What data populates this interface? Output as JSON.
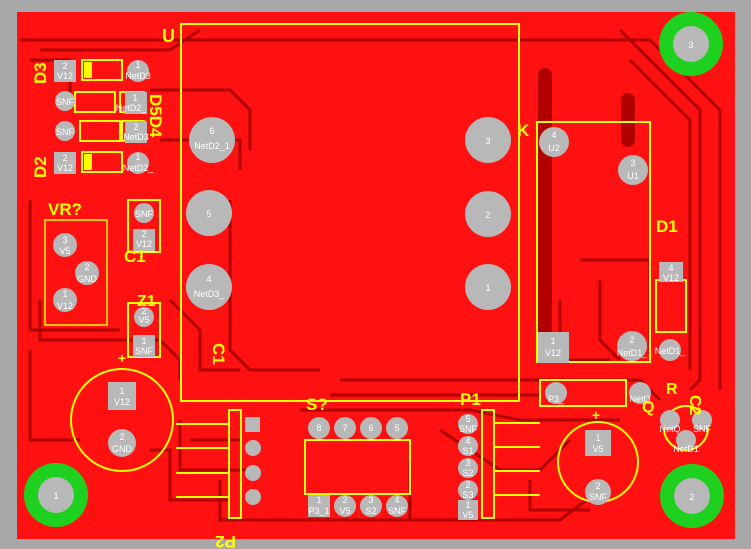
{
  "colors": {
    "background": "#a8a8a8",
    "copper": "#ff1111",
    "trace": "#b00000",
    "silkscreen": "#ffff00",
    "pad": "#b8b8b8",
    "mount_hole": "#1fd11f"
  },
  "designators": {
    "u": "U",
    "d3": "D3",
    "d2": "D2",
    "d5d4": "D5D4",
    "vr": "VR?",
    "c1_top": "C1",
    "z1": "Z1",
    "c1": "C1",
    "k": "K",
    "d1": "D1",
    "s": "S?",
    "p1": "P1",
    "p2": "P2",
    "q": "Q",
    "r": "R",
    "c2": "C2"
  },
  "mount_holes": {
    "tr": "3",
    "bl": "1",
    "br": "2"
  },
  "relay_pads": {
    "p6_num": "6",
    "p6_net": "NetD2_1",
    "p5_num": "5",
    "p4_num": "4",
    "p4_net": "NetD3_",
    "p3_num": "3",
    "p2_num": "2",
    "p1_num": "1"
  },
  "pads": {
    "d3_a": "2",
    "d3_a_net": "V12",
    "d3_b": "1",
    "d3_b_net": "NetD3",
    "snf1": "SNF",
    "d5_b": "1",
    "d5_b_net": "NetD2_",
    "snf2": "SNF",
    "d4_b": "2",
    "d4_b_net": "NetD3",
    "d2_a": "2",
    "d2_a_net": "V12",
    "d2_b": "1",
    "d2_b_net": "NetD2_",
    "c_snf": "SNF",
    "c_v12_n": "2",
    "c_v12": "V12",
    "vr3": "3",
    "vr3_net": "V5",
    "vr2": "2",
    "vr2_net": "GND",
    "vr1": "1",
    "vr1_net": "V12",
    "z_v5_n": "2",
    "z_v5": "V5",
    "z_snf_n": "1",
    "z_snf": "SNF",
    "c1_p1_n": "1",
    "c1_p1": "V12",
    "c1_p2_n": "2",
    "c1_p2": "GND",
    "k4_n": "4",
    "k4": "U2",
    "k3_n": "3",
    "k3": "U1",
    "k1_n": "1",
    "k1": "V12",
    "k2_n": "2",
    "k2": "NetD1_",
    "d1_v12": "V12",
    "d1_a_n": "4",
    "d1_net": "NetD1_",
    "q_p3": "P3_",
    "q_net": "NetQ",
    "c2_p1_n": "1",
    "c2_p1": "V5",
    "c2_p2_n": "2",
    "c2_p2": "SNF",
    "r_a": "NetQ",
    "r_b": "SNF",
    "r_c": "NetD1",
    "s_top": [
      "8",
      "7",
      "6",
      "5"
    ],
    "s_bot": [
      "P3_1",
      "V5",
      "S2",
      "SNF"
    ],
    "s_bot_n": [
      "1",
      "2",
      "3",
      "4"
    ],
    "p1_nums": [
      "5",
      "4",
      "3",
      "2",
      "1"
    ],
    "p1_nets": [
      "SNF",
      "S1",
      "S2",
      "S3",
      "V5"
    ]
  }
}
